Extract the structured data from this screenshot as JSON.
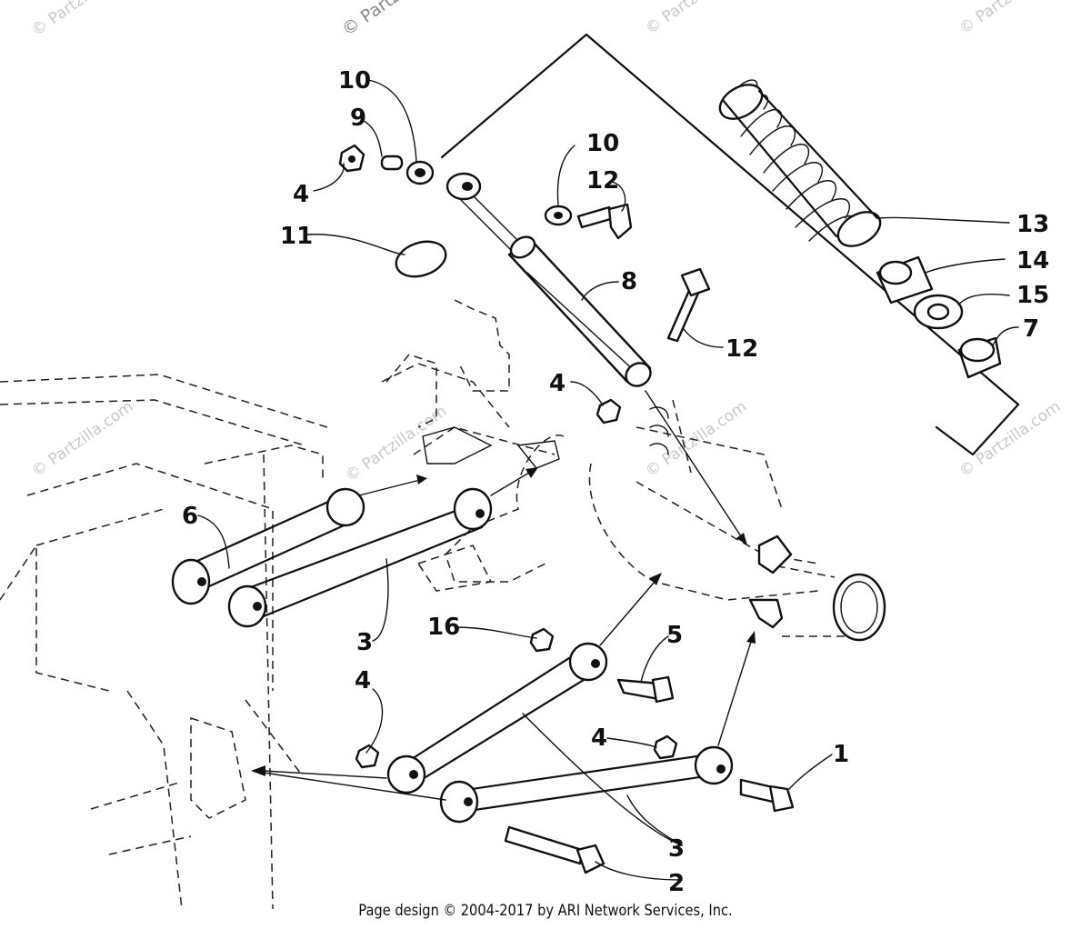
{
  "watermarks": {
    "top_center": "© Partzilla.com",
    "repeated": "© Partzilla.com"
  },
  "callouts": {
    "c1": "1",
    "c2": "2",
    "c3a": "3",
    "c3b": "3",
    "c4a": "4",
    "c4b": "4",
    "c4c": "4",
    "c4d": "4",
    "c5": "5",
    "c6": "6",
    "c7": "7",
    "c8": "8",
    "c9": "9",
    "c10a": "10",
    "c10b": "10",
    "c11": "11",
    "c12a": "12",
    "c12b": "12",
    "c13": "13",
    "c14": "14",
    "c15": "15",
    "c16": "16"
  },
  "footer": {
    "text": "Page design © 2004-2017 by ARI Network Services, Inc."
  }
}
